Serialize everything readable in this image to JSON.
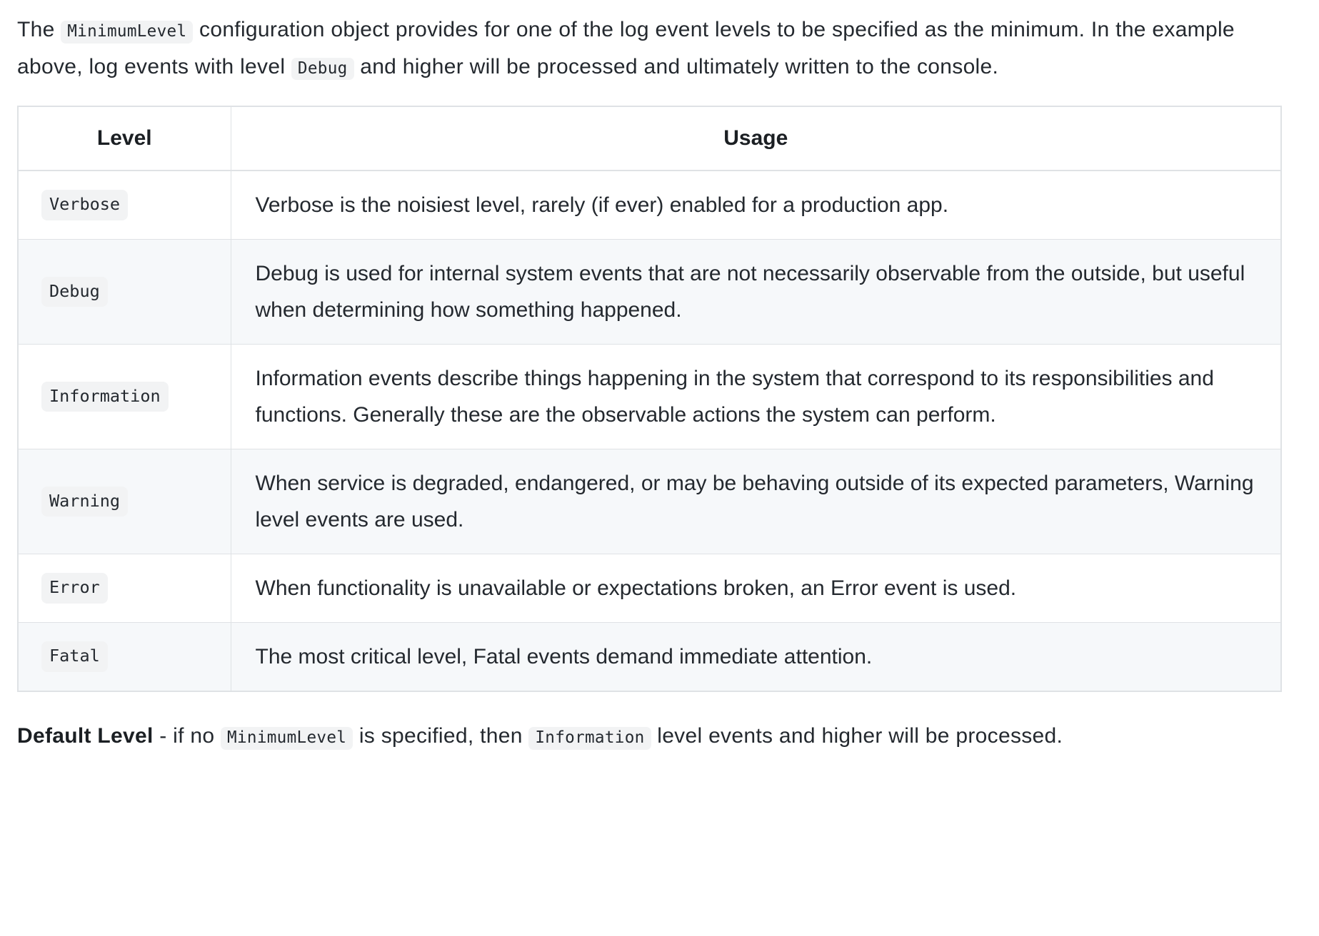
{
  "intro_paragraph": {
    "part1": "The ",
    "code1": "MinimumLevel",
    "part2": " configuration object provides for one of the log event levels to be specified as the minimum. In the example above, log events with level ",
    "code2": "Debug",
    "part3": " and higher will be processed and ultimately written to the console."
  },
  "table": {
    "headers": {
      "level": "Level",
      "usage": "Usage"
    },
    "rows": [
      {
        "level": "Verbose",
        "usage": "Verbose is the noisiest level, rarely (if ever) enabled for a production app.",
        "striped": false
      },
      {
        "level": "Debug",
        "usage": "Debug is used for internal system events that are not necessarily observable from the outside, but useful when determining how something happened.",
        "striped": true
      },
      {
        "level": "Information",
        "usage": "Information events describe things happening in the system that correspond to its responsibilities and functions. Generally these are the observable actions the system can perform.",
        "striped": false
      },
      {
        "level": "Warning",
        "usage": "When service is degraded, endangered, or may be behaving outside of its expected parameters, Warning level events are used.",
        "striped": true
      },
      {
        "level": "Error",
        "usage": "When functionality is unavailable or expectations broken, an Error event is used.",
        "striped": false
      },
      {
        "level": "Fatal",
        "usage": "The most critical level, Fatal events demand immediate attention.",
        "striped": true
      }
    ]
  },
  "default_level_paragraph": {
    "lead": "Default Level",
    "part1": " - if no ",
    "code1": "MinimumLevel",
    "part2": " is specified, then ",
    "code2": "Information",
    "part3": " level events and higher will be processed."
  },
  "colors": {
    "text": "#24292f",
    "heading": "#1b1f23",
    "code_background": "#f2f3f4",
    "table_border": "#dfe2e5",
    "row_stripe": "#f6f8fa",
    "page_background": "#ffffff"
  }
}
